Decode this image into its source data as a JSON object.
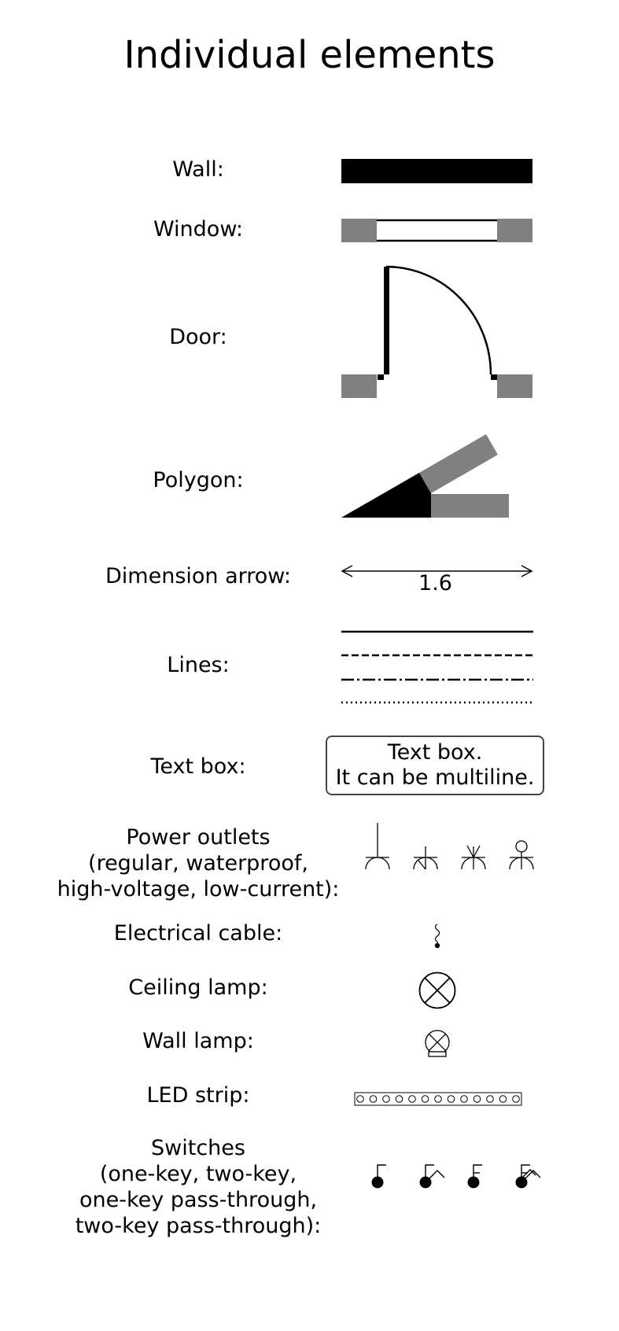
{
  "title": "Individual elements",
  "labels": {
    "wall": "Wall:",
    "window": "Window:",
    "door": "Door:",
    "polygon": "Polygon:",
    "dimension_arrow": "Dimension arrow:",
    "lines": "Lines:",
    "text_box": "Text box:",
    "power_outlets": [
      "Power outlets",
      "(regular, waterproof,",
      "high-voltage, low-current):"
    ],
    "electrical_cable": "Electrical cable:",
    "ceiling_lamp": "Ceiling lamp:",
    "wall_lamp": "Wall lamp:",
    "led_strip": "LED strip:",
    "switches": [
      "Switches",
      "(one-key, two-key,",
      "one-key pass-through,",
      "two-key pass-through):"
    ]
  },
  "dimension_value": "1.6",
  "text_box_lines": [
    "Text box.",
    "It can be multiline."
  ],
  "colors": {
    "wall": "#000000",
    "gray": "#808080",
    "text_box_border": "#444444"
  },
  "line_styles": [
    "solid",
    "dashed",
    "dash-dot",
    "dotted"
  ],
  "power_outlets": [
    "regular",
    "waterproof",
    "high-voltage",
    "low-current"
  ],
  "switches": [
    "one-key",
    "two-key",
    "one-key pass-through",
    "two-key pass-through"
  ]
}
